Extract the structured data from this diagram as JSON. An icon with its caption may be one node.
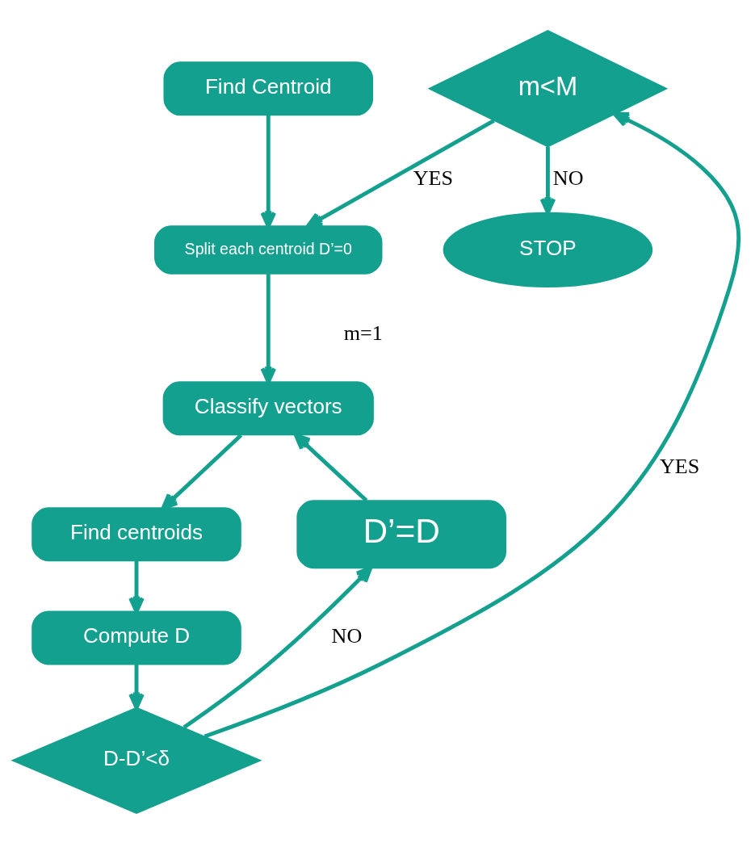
{
  "diagram": {
    "nodes": [
      {
        "text": [
          "Find Centroid"
        ]
      },
      {
        "text": [
          "m<M"
        ]
      },
      {
        "text": [
          "Split each centroid D’=0"
        ]
      },
      {
        "text": [
          "Classify vectors"
        ]
      },
      {
        "text": [
          "D’=D"
        ]
      },
      {
        "text": [
          "Find centroids"
        ]
      },
      {
        "text": [
          "Compute D"
        ]
      },
      {
        "text": [
          "D-D’<δ"
        ]
      },
      {
        "text": [
          "STOP"
        ]
      }
    ],
    "edges": [
      {
        "from": 0,
        "to": 2,
        "arrow": "to"
      },
      {
        "from": 1,
        "to": 2,
        "arrow": "to",
        "label": "YES"
      },
      {
        "from": 1,
        "to": 8,
        "arrow": "to",
        "label": "NO"
      },
      {
        "from": 2,
        "to": 3,
        "arrow": "to"
      },
      {
        "from": 4,
        "to": 3,
        "arrow": "to"
      },
      {
        "from": 3,
        "to": 5,
        "arrow": "to"
      },
      {
        "from": 5,
        "to": 6,
        "arrow": "to"
      },
      {
        "from": 6,
        "to": 7,
        "arrow": "to"
      },
      {
        "from": 7,
        "to": 4,
        "arrow": "to",
        "label": "NO"
      },
      {
        "from": 7,
        "to": 1,
        "arrow": "to",
        "label": "YES"
      }
    ],
    "labels": [
      "m=1"
    ]
  }
}
